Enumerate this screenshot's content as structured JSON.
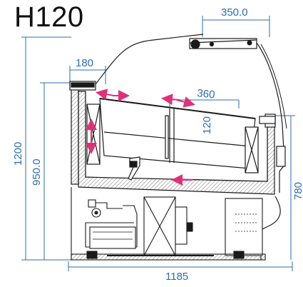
{
  "title": "H120",
  "dimensions": {
    "top_width": "350.0",
    "shelf_top": "180",
    "shelf_width": "360",
    "glass_height": "120",
    "total_height": "1200",
    "counter_height": "950.0",
    "right_height": "780",
    "total_depth": "1185"
  },
  "colors": {
    "outline": "#1a1a1a",
    "dimension": "#2a6fb0",
    "arrow": "#e0307a",
    "hatch": "#8a8a8a"
  }
}
